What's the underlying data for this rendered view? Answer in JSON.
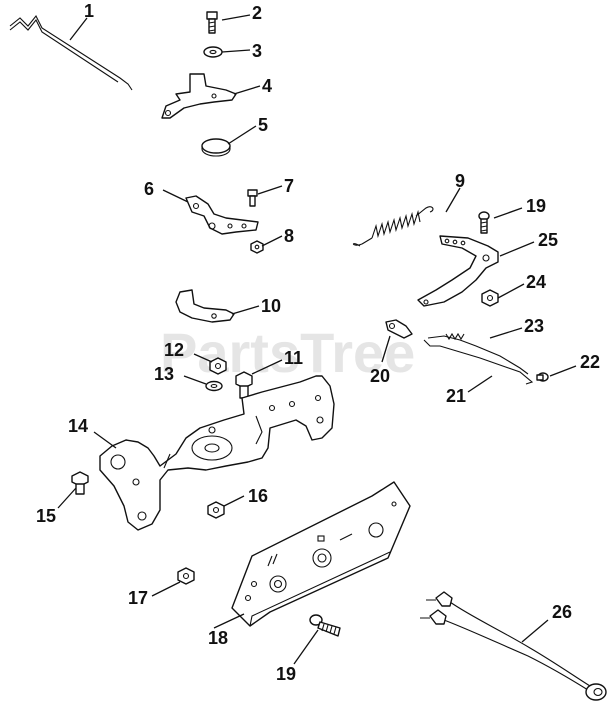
{
  "watermark": "PartsTree",
  "callouts": [
    {
      "label": "1"
    },
    {
      "label": "2"
    },
    {
      "label": "3"
    },
    {
      "label": "4"
    },
    {
      "label": "5"
    },
    {
      "label": "6"
    },
    {
      "label": "7"
    },
    {
      "label": "8"
    },
    {
      "label": "9"
    },
    {
      "label": "19"
    },
    {
      "label": "25"
    },
    {
      "label": "10"
    },
    {
      "label": "24"
    },
    {
      "label": "23"
    },
    {
      "label": "12"
    },
    {
      "label": "11"
    },
    {
      "label": "13"
    },
    {
      "label": "20"
    },
    {
      "label": "22"
    },
    {
      "label": "21"
    },
    {
      "label": "14"
    },
    {
      "label": "15"
    },
    {
      "label": "16"
    },
    {
      "label": "17"
    },
    {
      "label": "18"
    },
    {
      "label": "26"
    },
    {
      "label": "19"
    }
  ]
}
